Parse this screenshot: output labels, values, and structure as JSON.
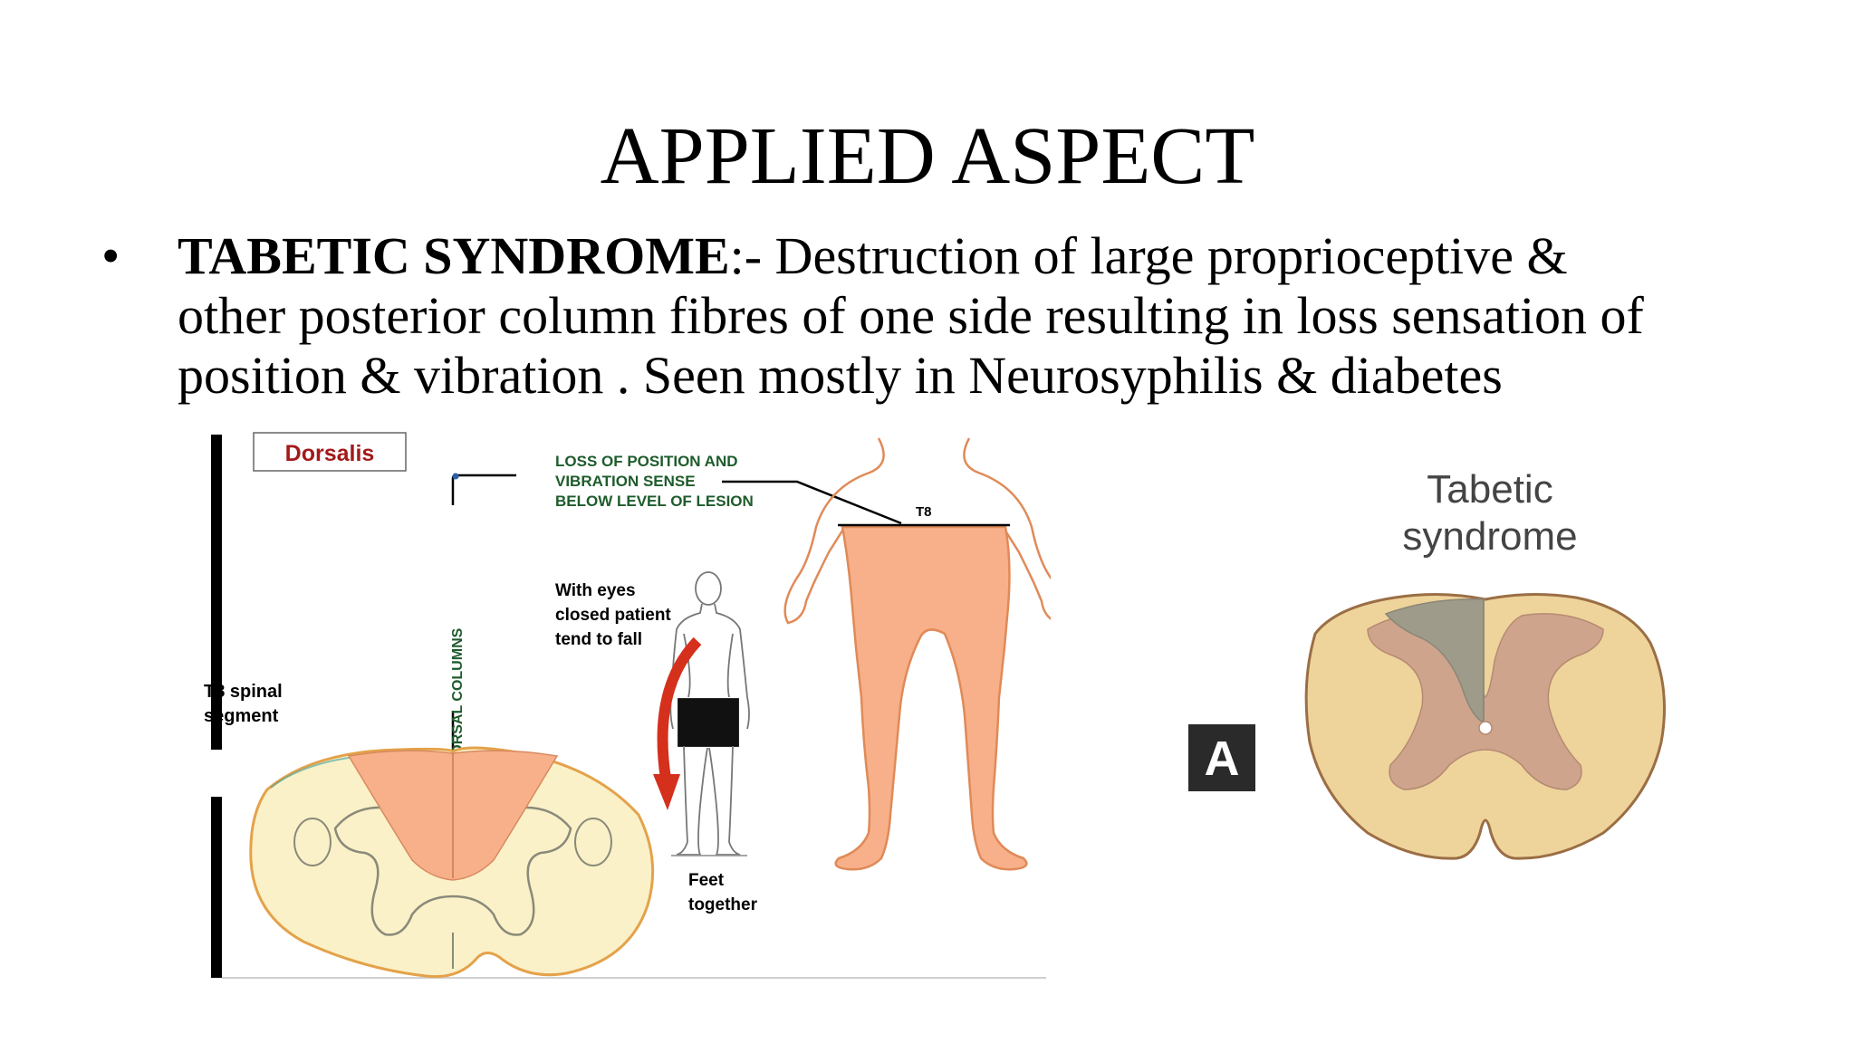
{
  "slide": {
    "title": "APPLIED ASPECT",
    "bullet": {
      "term": "TABETIC SYNDROME",
      "line1_rest": ":- Destruction of large proprioceptive &",
      "line2": "other posterior column fibres of one side resulting in loss sensation of",
      "line3": "position & vibration . Seen mostly in Neurosyphilis & diabetes"
    }
  },
  "figure_left": {
    "box_label": "Dorsalis",
    "loss_line1": "LOSS OF POSITION AND",
    "loss_line2": "VIBRATION SENSE",
    "loss_line3": "BELOW LEVEL OF LESION",
    "level_label": "T8",
    "columns_label": "DORSAL COLUMNS",
    "eyes_line1": "With eyes",
    "eyes_line2": "closed  patient",
    "eyes_line3": "tend to fall",
    "segment_line1": "T8 spinal",
    "segment_line2": "segment",
    "feet_line1": "Feet",
    "feet_line2": "together"
  },
  "figure_right": {
    "panel_letter": "A",
    "title_line1": "Tabetic",
    "title_line2": "syndrome"
  },
  "colors": {
    "dorsalis_red": "#a31a1a",
    "loss_text": "#1e5c2c",
    "body_fill": "#f7b08a",
    "cord_cream": "#fbf1c8",
    "gray_matter": "#cfa48d",
    "lesion_gray": "#9f9b8a"
  }
}
